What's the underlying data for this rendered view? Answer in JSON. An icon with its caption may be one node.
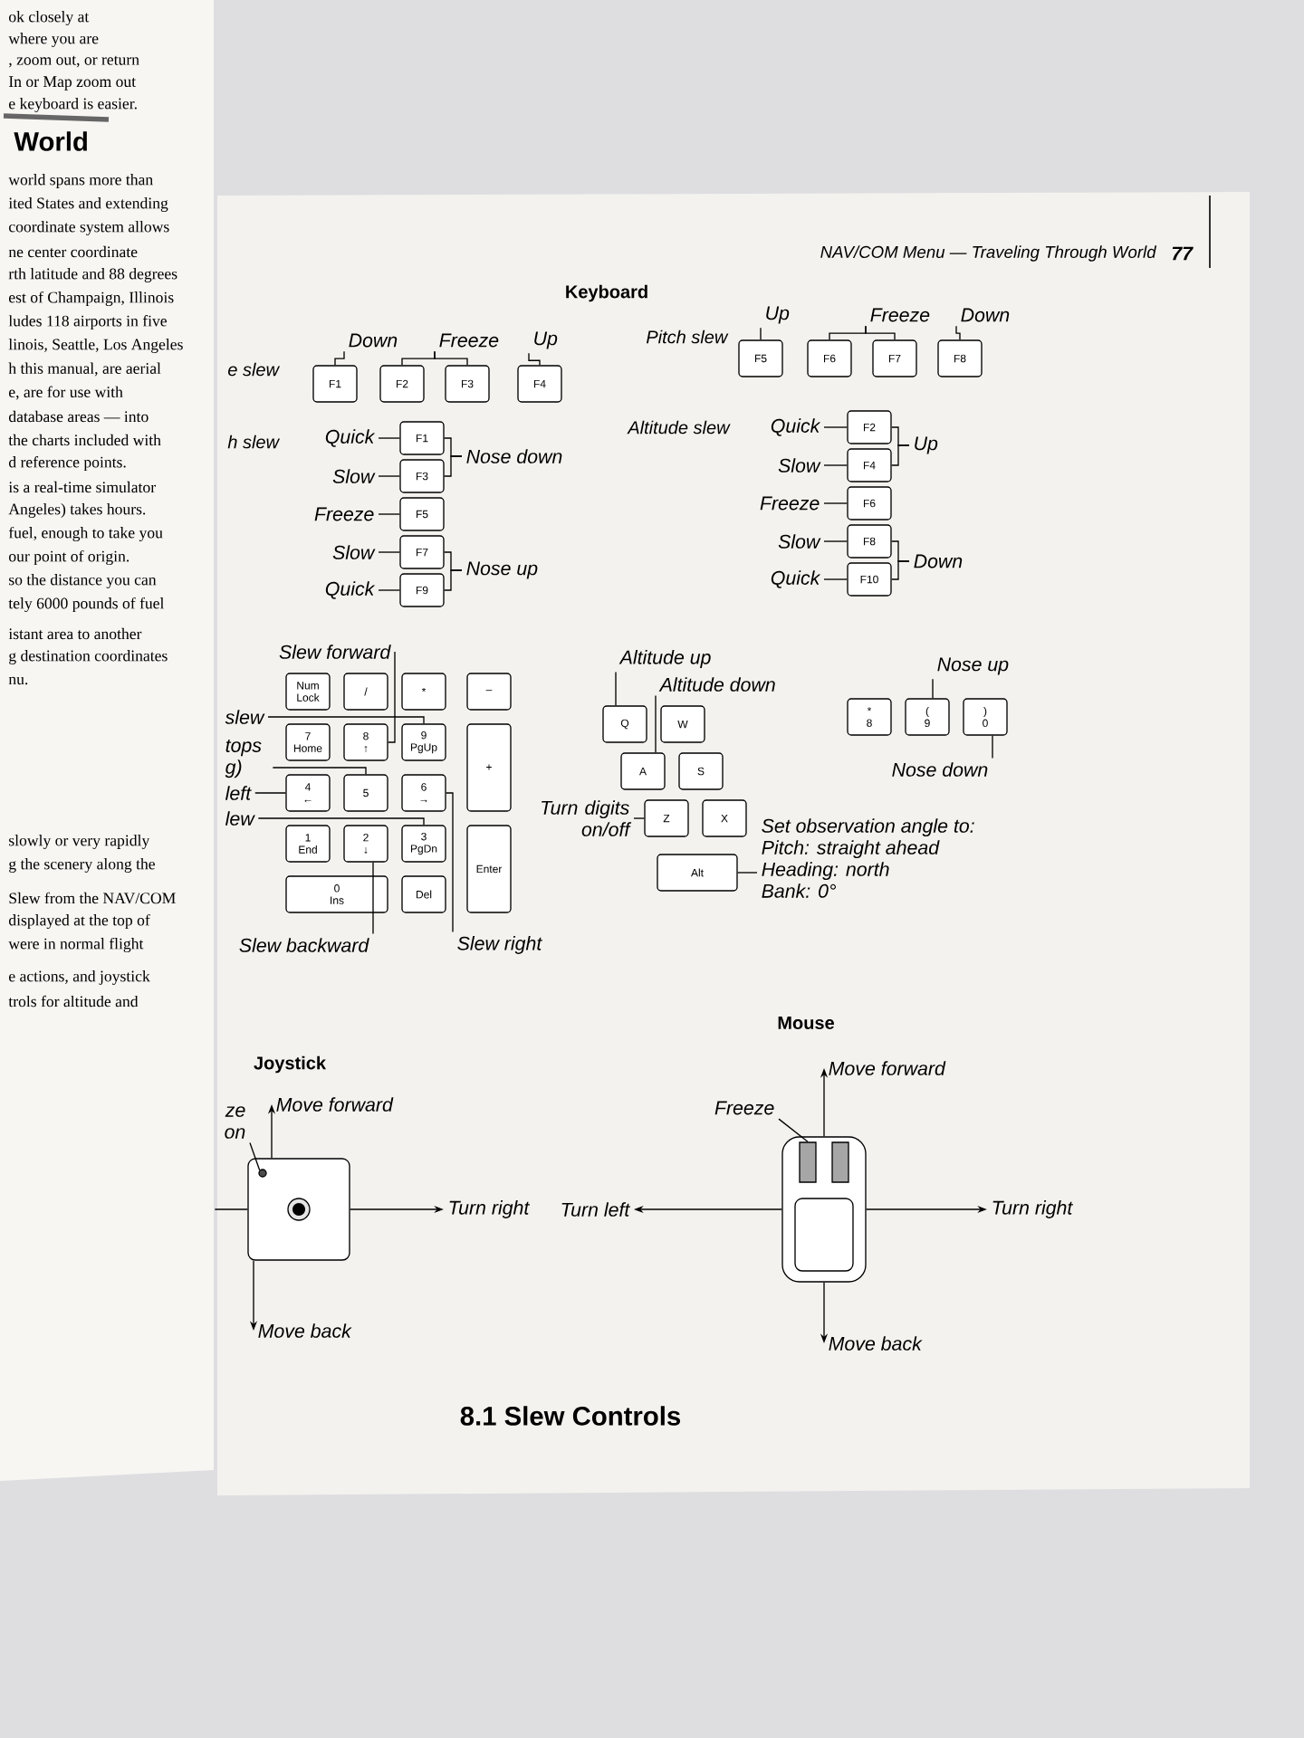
{
  "diagram": {
    "caption": "8.1 Slew Controls",
    "nodes": [
      {
        "text": [
          "F1"
        ]
      },
      {
        "text": [
          "F2"
        ]
      },
      {
        "text": [
          "F3"
        ]
      },
      {
        "text": [
          "F4"
        ]
      },
      {
        "text": [
          "Down"
        ]
      },
      {
        "text": [
          "Freeze"
        ]
      },
      {
        "text": [
          "Up"
        ]
      },
      {
        "text": [
          "F5"
        ]
      },
      {
        "text": [
          "F6"
        ]
      },
      {
        "text": [
          "F7"
        ]
      },
      {
        "text": [
          "F8"
        ]
      },
      {
        "text": [
          "Up"
        ]
      },
      {
        "text": [
          "Freeze"
        ]
      },
      {
        "text": [
          "Down"
        ]
      },
      {
        "text": [
          "Quick"
        ]
      },
      {
        "text": [
          "F1"
        ]
      },
      {
        "text": [
          "Slow"
        ]
      },
      {
        "text": [
          "F3"
        ]
      },
      {
        "text": [
          "Freeze"
        ]
      },
      {
        "text": [
          "F5"
        ]
      },
      {
        "text": [
          "Slow"
        ]
      },
      {
        "text": [
          "F7"
        ]
      },
      {
        "text": [
          "Quick"
        ]
      },
      {
        "text": [
          "F9"
        ]
      },
      {
        "text": [
          "Nose down"
        ]
      },
      {
        "text": [
          "Nose up"
        ]
      },
      {
        "text": [
          "Quick"
        ]
      },
      {
        "text": [
          "F2"
        ]
      },
      {
        "text": [
          "Slow"
        ]
      },
      {
        "text": [
          "F4"
        ]
      },
      {
        "text": [
          "Freeze"
        ]
      },
      {
        "text": [
          "F6"
        ]
      },
      {
        "text": [
          "Slow"
        ]
      },
      {
        "text": [
          "F8"
        ]
      },
      {
        "text": [
          "Quick"
        ]
      },
      {
        "text": [
          "F10"
        ]
      },
      {
        "text": [
          "Up"
        ]
      },
      {
        "text": [
          "Down"
        ]
      },
      {
        "text": [
          "Slew forward"
        ]
      },
      {
        "text": [
          "Num Lock"
        ]
      },
      {
        "text": [
          "/"
        ]
      },
      {
        "text": [
          "*"
        ]
      },
      {
        "text": [
          "–"
        ]
      },
      {
        "text": [
          "7",
          "Home"
        ]
      },
      {
        "text": [
          "8",
          "↑"
        ]
      },
      {
        "text": [
          "9",
          "PgUp"
        ]
      },
      {
        "text": [
          "+"
        ]
      },
      {
        "text": [
          "4",
          "←"
        ]
      },
      {
        "text": [
          "5"
        ]
      },
      {
        "text": [
          "6",
          "→"
        ]
      },
      {
        "text": [
          "1",
          "End"
        ]
      },
      {
        "text": [
          "2",
          "↓"
        ]
      },
      {
        "text": [
          "3",
          "PgDn"
        ]
      },
      {
        "text": [
          "Enter"
        ]
      },
      {
        "text": [
          "0",
          "Ins"
        ]
      },
      {
        "text": [
          "Del"
        ]
      },
      {
        "text": [
          "slew"
        ]
      },
      {
        "text": [
          "tops g)"
        ]
      },
      {
        "text": [
          "left"
        ]
      },
      {
        "text": [
          "lew"
        ]
      },
      {
        "text": [
          "Slew backward"
        ]
      },
      {
        "text": [
          "Slew right"
        ]
      },
      {
        "text": [
          "Altitude up"
        ]
      },
      {
        "text": [
          "Altitude down"
        ]
      },
      {
        "text": [
          "Q"
        ]
      },
      {
        "text": [
          "W"
        ]
      },
      {
        "text": [
          "A"
        ]
      },
      {
        "text": [
          "S"
        ]
      },
      {
        "text": [
          "Turn digits on/off"
        ]
      },
      {
        "text": [
          "Z"
        ]
      },
      {
        "text": [
          "X"
        ]
      },
      {
        "text": [
          "Alt"
        ]
      },
      {
        "text": [
          "Set observation angle to:",
          "Pitch: straight ahead",
          "Heading: north",
          "Bank: 0°"
        ]
      },
      {
        "text": [
          "Nose up"
        ]
      },
      {
        "text": [
          "*",
          "8"
        ]
      },
      {
        "text": [
          "(",
          "9"
        ]
      },
      {
        "text": [
          ")",
          "0"
        ]
      },
      {
        "text": [
          "Nose down"
        ]
      },
      {
        "text": [
          "ze on"
        ]
      },
      {
        "text": [
          "Move forward"
        ]
      },
      {
        "text": [],
        "shape": "box"
      },
      {
        "text": [],
        "shape": "circle",
        "in": 80
      },
      {
        "text": [
          "Turn right"
        ]
      },
      {
        "text": [
          "Move back"
        ]
      },
      {
        "text": [
          "Move forward"
        ]
      },
      {
        "text": [
          "Freeze"
        ]
      },
      {
        "text": [
          "Turn left"
        ]
      },
      {
        "text": [],
        "shape": "picture"
      },
      {
        "text": [],
        "shape": "box",
        "in": 87
      },
      {
        "text": [
          "Turn right"
        ]
      },
      {
        "text": [
          "Move back"
        ]
      }
    ],
    "edges": [
      {
        "from": 4,
        "to": 0,
        "arrow": "none"
      },
      {
        "from": 5,
        "to": 1,
        "arrow": "none"
      },
      {
        "from": 5,
        "to": 2,
        "arrow": "none"
      },
      {
        "from": 6,
        "to": 3,
        "arrow": "none"
      },
      {
        "from": 11,
        "to": 7,
        "arrow": "none"
      },
      {
        "from": 12,
        "to": 8,
        "arrow": "none"
      },
      {
        "from": 12,
        "to": 9,
        "arrow": "none"
      },
      {
        "from": 13,
        "to": 10,
        "arrow": "none"
      },
      {
        "from": 14,
        "to": 15,
        "arrow": "none"
      },
      {
        "from": 16,
        "to": 17,
        "arrow": "none"
      },
      {
        "from": 18,
        "to": 19,
        "arrow": "none"
      },
      {
        "from": 20,
        "to": 21,
        "arrow": "none"
      },
      {
        "from": 22,
        "to": 23,
        "arrow": "none"
      },
      {
        "from": 24,
        "to": 15,
        "arrow": "none"
      },
      {
        "from": 24,
        "to": 17,
        "arrow": "none"
      },
      {
        "from": 25,
        "to": 21,
        "arrow": "none"
      },
      {
        "from": 25,
        "to": 23,
        "arrow": "none"
      },
      {
        "from": 26,
        "to": 27,
        "arrow": "none"
      },
      {
        "from": 28,
        "to": 29,
        "arrow": "none"
      },
      {
        "from": 30,
        "to": 31,
        "arrow": "none"
      },
      {
        "from": 32,
        "to": 33,
        "arrow": "none"
      },
      {
        "from": 34,
        "to": 35,
        "arrow": "none"
      },
      {
        "from": 36,
        "to": 27,
        "arrow": "none"
      },
      {
        "from": 36,
        "to": 29,
        "arrow": "none"
      },
      {
        "from": 37,
        "to": 33,
        "arrow": "none"
      },
      {
        "from": 37,
        "to": 35,
        "arrow": "none"
      },
      {
        "from": 38,
        "to": 44,
        "arrow": "none"
      },
      {
        "from": 56,
        "to": 45,
        "arrow": "none"
      },
      {
        "from": 57,
        "to": 48,
        "arrow": "none"
      },
      {
        "from": 58,
        "to": 47,
        "arrow": "none"
      },
      {
        "from": 59,
        "to": 52,
        "arrow": "none"
      },
      {
        "from": 60,
        "to": 51,
        "arrow": "none"
      },
      {
        "from": 61,
        "to": 49,
        "arrow": "none"
      },
      {
        "from": 62,
        "to": 64,
        "arrow": "none"
      },
      {
        "from": 63,
        "to": 66,
        "arrow": "none"
      },
      {
        "from": 68,
        "to": 69,
        "arrow": "none"
      },
      {
        "from": 72,
        "to": 71,
        "arrow": "none"
      },
      {
        "from": 73,
        "to": 75,
        "arrow": "none"
      },
      {
        "from": 77,
        "to": 76,
        "arrow": "none"
      },
      {
        "from": 78,
        "to": 81,
        "arrow": "none"
      },
      {
        "from": 80,
        "to": 79,
        "arrow": "to"
      },
      {
        "from": 80,
        "to": 82,
        "arrow": "to"
      },
      {
        "from": 80,
        "to": 83,
        "arrow": "to"
      },
      {
        "from": 80,
        "to": null,
        "arrow": "none"
      },
      {
        "from": 85,
        "to": 88,
        "arrow": "none"
      },
      {
        "from": 87,
        "to": 84,
        "arrow": "to"
      },
      {
        "from": 87,
        "to": 86,
        "arrow": "to"
      },
      {
        "from": 87,
        "to": 89,
        "arrow": "to"
      },
      {
        "from": 87,
        "to": 90,
        "arrow": "to"
      }
    ],
    "labels": [
      "ok closely at",
      "where you are",
      ", zoom out, or return",
      "In or Map zoom out",
      "e keyboard is easier.",
      "World",
      "world spans more than",
      "ited States and extending",
      "coordinate system allows",
      "ne center coordinate",
      "rth latitude and 88 degrees",
      "est of Champaign, Illinois",
      "ludes 118 airports in five",
      "linois, Seattle, Los Angeles",
      "h this manual, are aerial",
      "e, are for use with",
      "database areas — into",
      "the charts included with",
      "d reference points.",
      "is a real-time simulator",
      "Angeles) takes hours.",
      "fuel, enough to take you",
      "our point of origin.",
      "so the distance you can",
      "tely 6000 pounds of fuel",
      "istant area to another",
      "g destination coordinates",
      "nu.",
      "slowly or very rapidly",
      "g the scenery along the",
      "Slew from the NAV/COM",
      "displayed at the top of",
      "were in normal flight",
      "e actions, and joystick",
      "trols for altitude and",
      "NAV/COM Menu — Traveling Through World",
      "77",
      "Keyboard",
      "e slew",
      "Pitch slew",
      "h slew",
      "Altitude slew",
      "Joystick",
      "Mouse"
    ]
  }
}
